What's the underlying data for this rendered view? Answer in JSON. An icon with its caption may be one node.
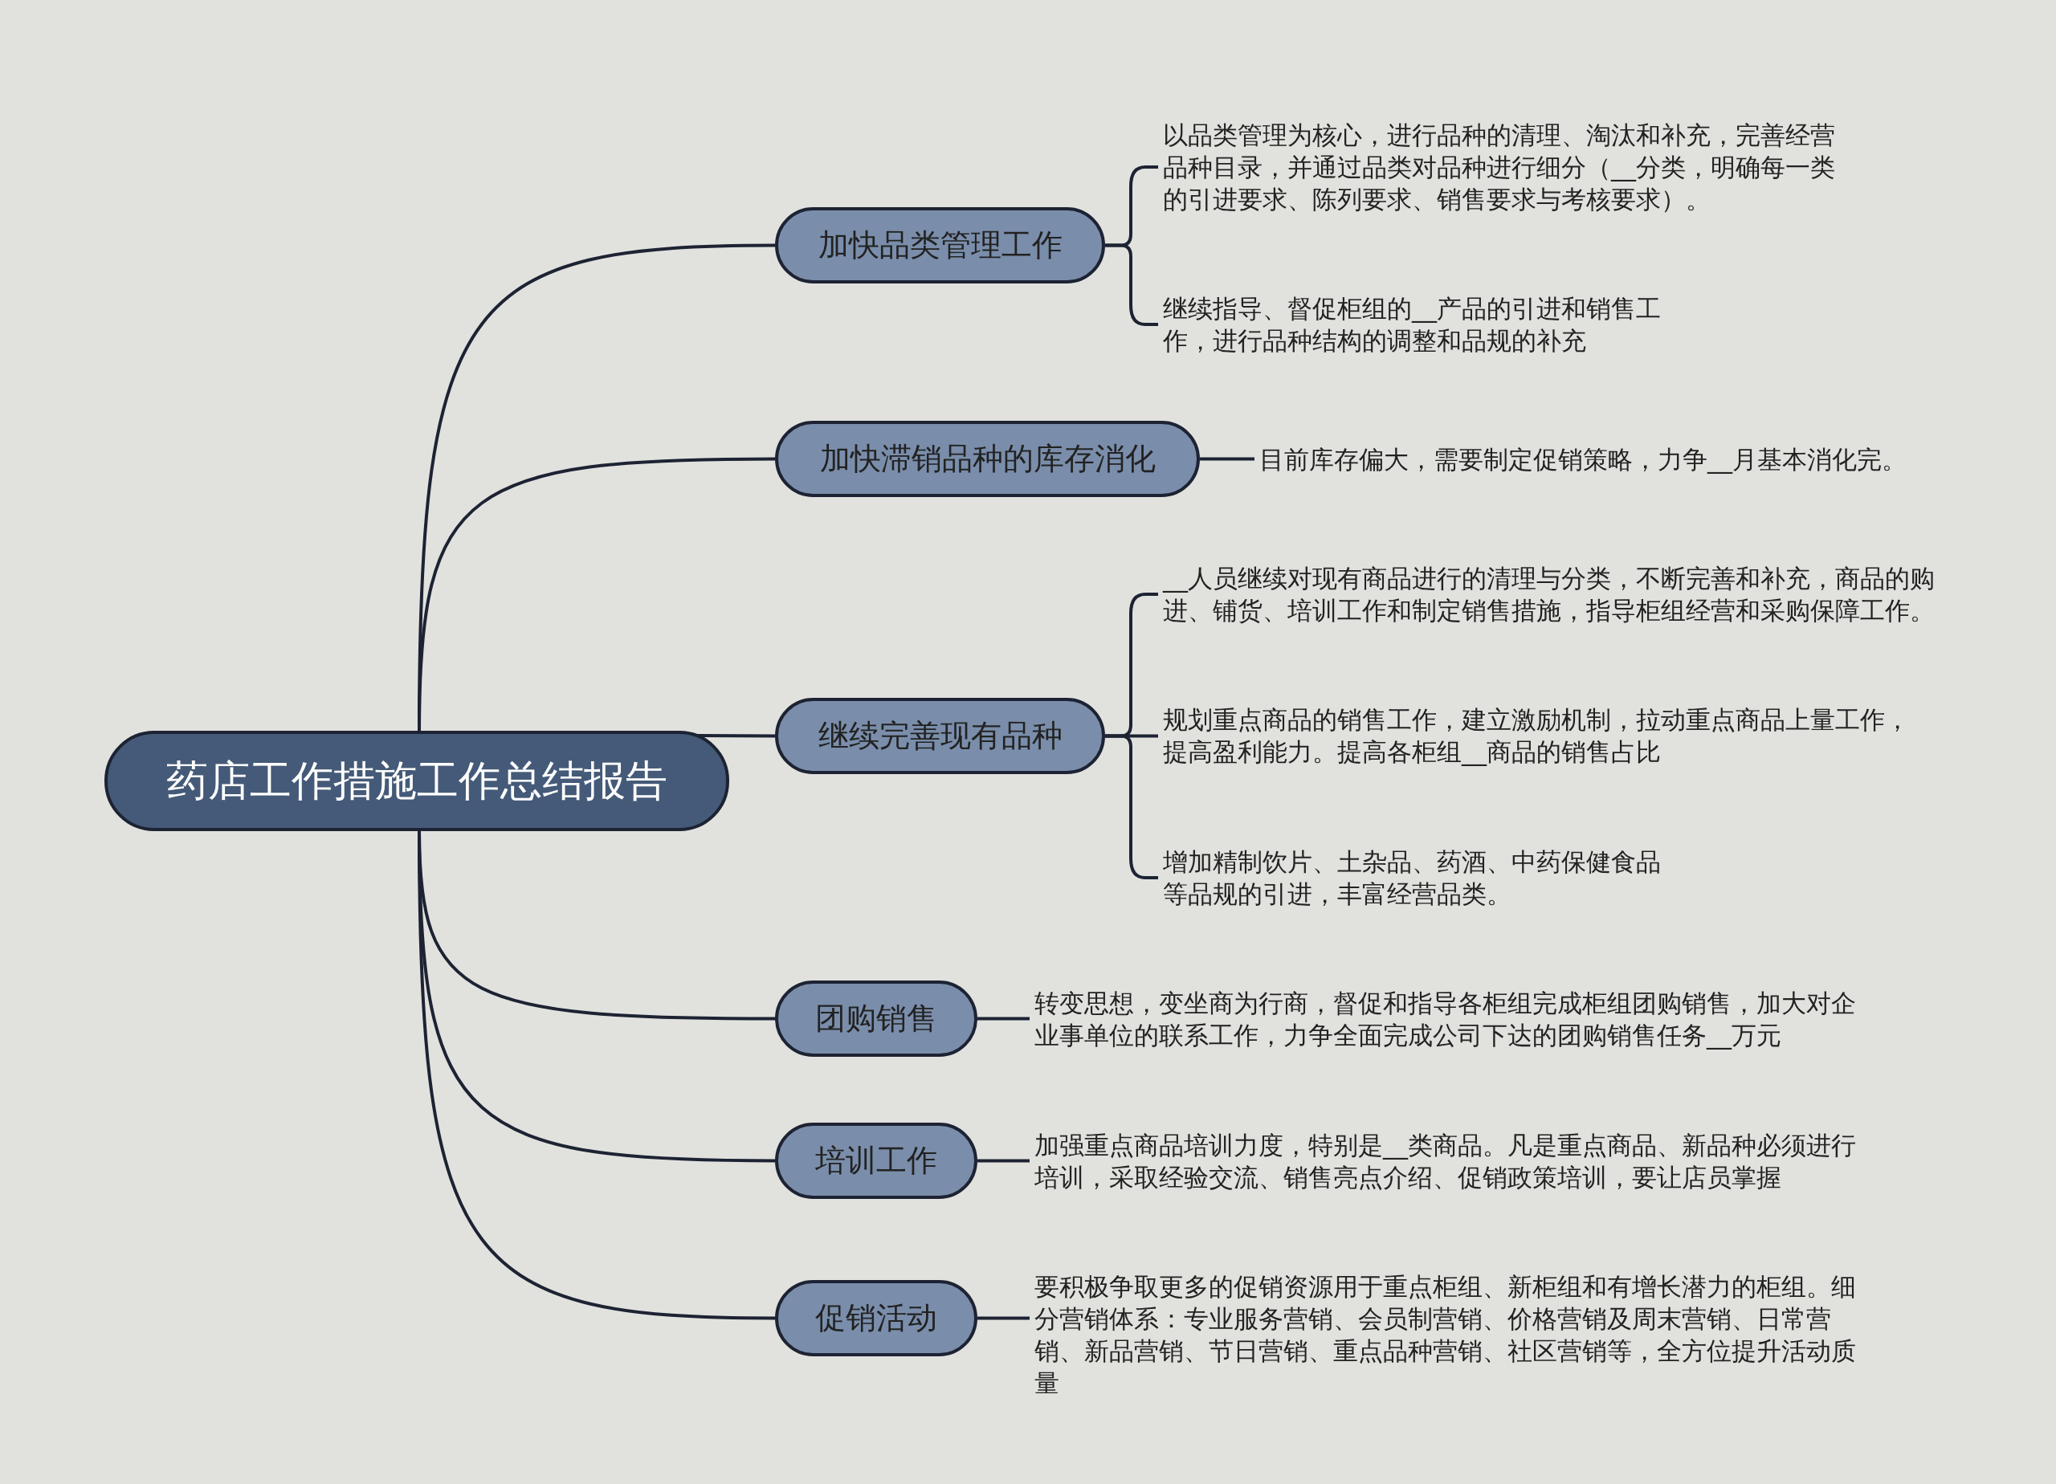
{
  "diagram": {
    "nodes": [
      {
        "text": [
          "药店工作措施工作总结报告"
        ]
      },
      {
        "text": [
          "加快品类管理工作"
        ]
      },
      {
        "text": [
          "以品类管理为核心，进行品种的清理、淘汰和补充，完善经营品种目录，并通过品类对品种进行细分（__分类，明确每一类的引进要求、陈列要求、销售要求与考核要求）。"
        ]
      },
      {
        "text": [
          "继续指导、督促柜组的__产品的引进和销售工作，进行品种结构的调整和品规的补充"
        ]
      },
      {
        "text": [
          "加快滞销品种的库存消化"
        ]
      },
      {
        "text": [
          "目前库存偏大，需要制定促销策略，力争__月基本消化完。"
        ]
      },
      {
        "text": [
          "继续完善现有品种"
        ]
      },
      {
        "text": [
          "__人员继续对现有商品进行的清理与分类，不断完善和补充，商品的购进、铺货、培训工作和制定销售措施，指导柜组经营和采购保障工作。"
        ]
      },
      {
        "text": [
          "规划重点商品的销售工作，建立激励机制，拉动重点商品上量工作，提高盈利能力。提高各柜组__商品的销售占比"
        ]
      },
      {
        "text": [
          "增加精制饮片、土杂品、药酒、中药保健食品等品规的引进，丰富经营品类。"
        ]
      },
      {
        "text": [
          "团购销售"
        ]
      },
      {
        "text": [
          "转变思想，变坐商为行商，督促和指导各柜组完成柜组团购销售，加大对企业事单位的联系工作，力争全面完成公司下达的团购销售任务__万元"
        ]
      },
      {
        "text": [
          "培训工作"
        ]
      },
      {
        "text": [
          "加强重点商品培训力度，特别是__类商品。凡是重点商品、新品种必须进行培训，采取经验交流、销售亮点介绍、促销政策培训，要让店员掌握"
        ]
      },
      {
        "text": [
          "促销活动"
        ]
      },
      {
        "text": [
          "要积极争取更多的促销资源用于重点柜组、新柜组和有增长潜力的柜组。细分营销体系：专业服务营销、会员制营销、价格营销及周末营销、日常营销、新品营销、节日营销、重点品种营销、社区营销等，全方位提升活动质量"
        ]
      }
    ],
    "edges": [
      {
        "from": 0,
        "to": 1,
        "arrow": "none"
      },
      {
        "from": 1,
        "to": 2,
        "arrow": "none"
      },
      {
        "from": 1,
        "to": 3,
        "arrow": "none"
      },
      {
        "from": 0,
        "to": 4,
        "arrow": "none"
      },
      {
        "from": 4,
        "to": 5,
        "arrow": "none"
      },
      {
        "from": 0,
        "to": 6,
        "arrow": "none"
      },
      {
        "from": 6,
        "to": 7,
        "arrow": "none"
      },
      {
        "from": 6,
        "to": 8,
        "arrow": "none"
      },
      {
        "from": 6,
        "to": 9,
        "arrow": "none"
      },
      {
        "from": 0,
        "to": 10,
        "arrow": "none"
      },
      {
        "from": 10,
        "to": 11,
        "arrow": "none"
      },
      {
        "from": 0,
        "to": 12,
        "arrow": "none"
      },
      {
        "from": 12,
        "to": 13,
        "arrow": "none"
      },
      {
        "from": 0,
        "to": 14,
        "arrow": "none"
      },
      {
        "from": 14,
        "to": 15,
        "arrow": "none"
      }
    ]
  }
}
